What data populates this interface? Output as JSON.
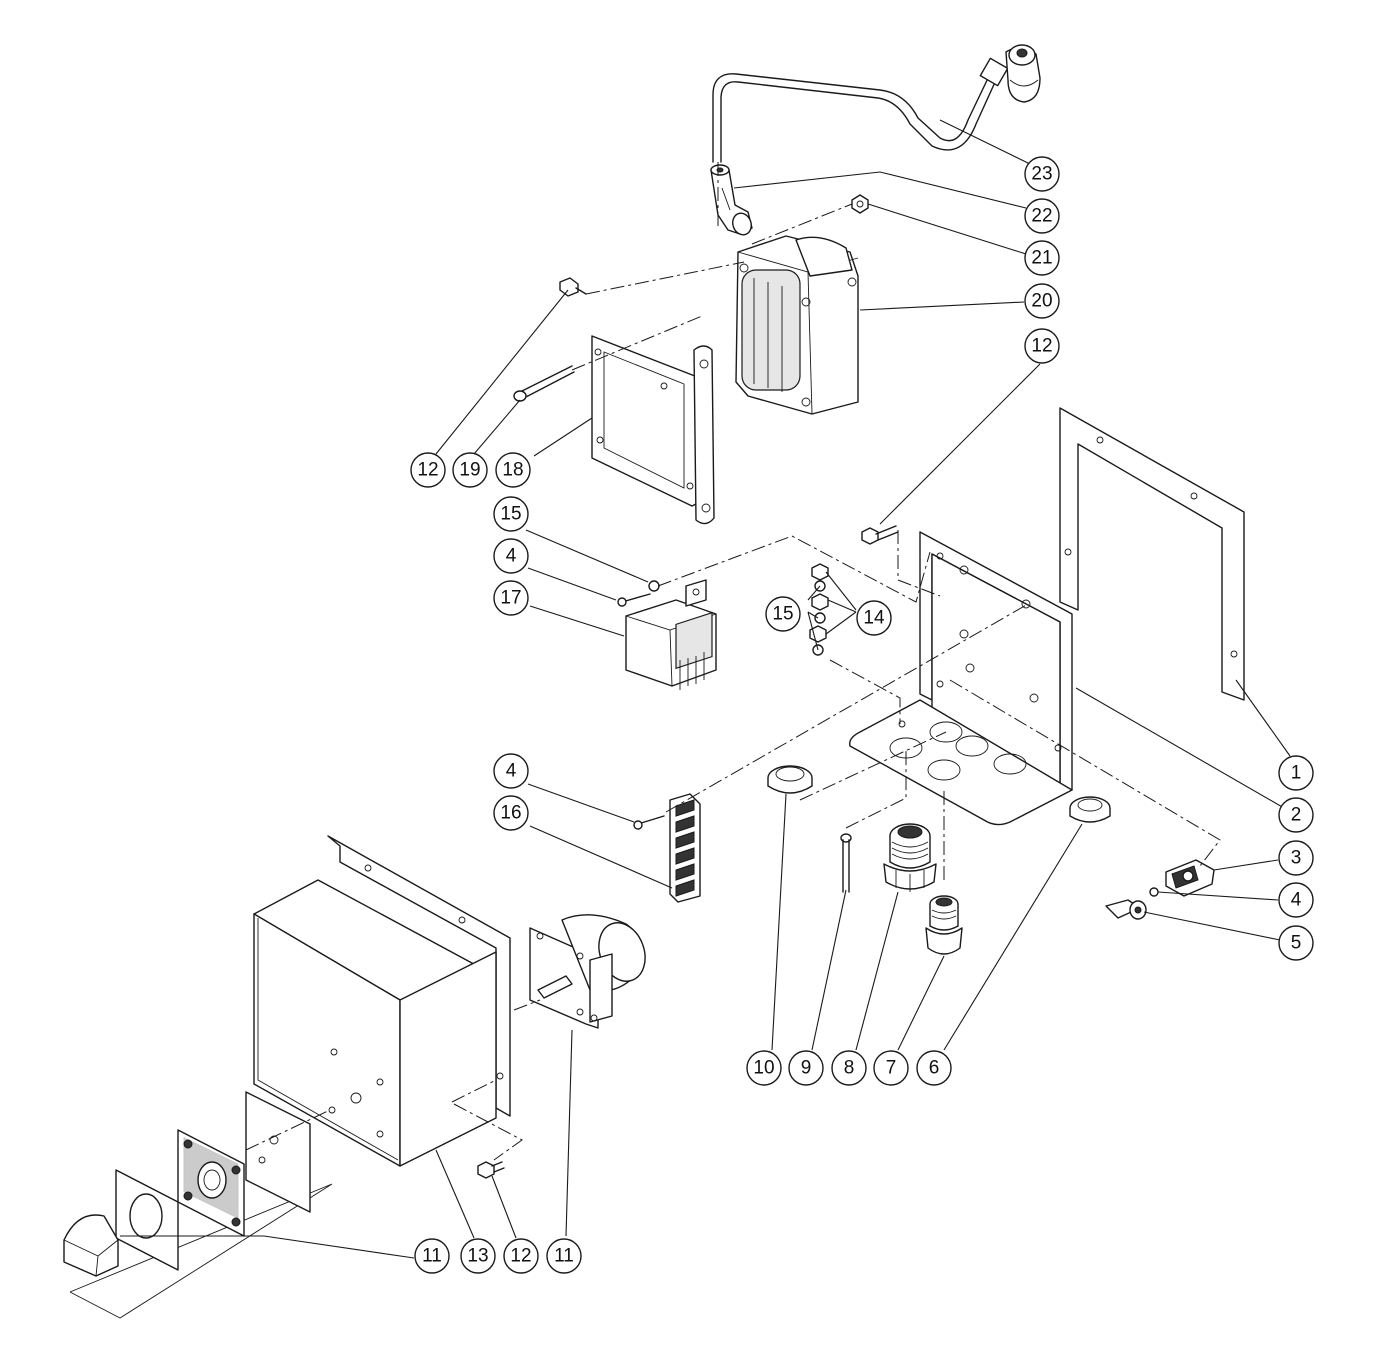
{
  "callouts": [
    {
      "id": "c23",
      "label": "23"
    },
    {
      "id": "c22",
      "label": "22"
    },
    {
      "id": "c21",
      "label": "21"
    },
    {
      "id": "c20",
      "label": "20"
    },
    {
      "id": "c12a",
      "label": "12"
    },
    {
      "id": "c12b",
      "label": "12"
    },
    {
      "id": "c19",
      "label": "19"
    },
    {
      "id": "c18",
      "label": "18"
    },
    {
      "id": "c15a",
      "label": "15"
    },
    {
      "id": "c4a",
      "label": "4"
    },
    {
      "id": "c17",
      "label": "17"
    },
    {
      "id": "c15b",
      "label": "15"
    },
    {
      "id": "c14",
      "label": "14"
    },
    {
      "id": "c1",
      "label": "1"
    },
    {
      "id": "c2",
      "label": "2"
    },
    {
      "id": "c3",
      "label": "3"
    },
    {
      "id": "c4c",
      "label": "4"
    },
    {
      "id": "c5",
      "label": "5"
    },
    {
      "id": "c4b",
      "label": "4"
    },
    {
      "id": "c16",
      "label": "16"
    },
    {
      "id": "c10",
      "label": "10"
    },
    {
      "id": "c9",
      "label": "9"
    },
    {
      "id": "c8",
      "label": "8"
    },
    {
      "id": "c7",
      "label": "7"
    },
    {
      "id": "c6",
      "label": "6"
    },
    {
      "id": "c11a",
      "label": "11"
    },
    {
      "id": "c13",
      "label": "13"
    },
    {
      "id": "c12c",
      "label": "12"
    },
    {
      "id": "c11b",
      "label": "11"
    }
  ]
}
